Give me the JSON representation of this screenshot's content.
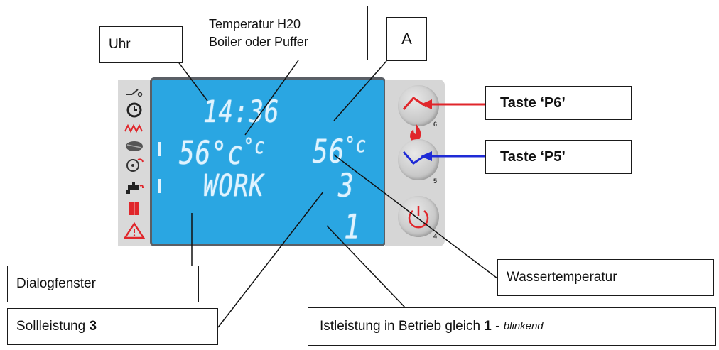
{
  "labels": {
    "uhr": "Uhr",
    "temp_line1": "Temperatur H20",
    "temp_line2": "Boiler oder Puffer",
    "a": "A",
    "taste_p6": "Taste ‘P6’",
    "taste_p5": "Taste ‘P5’",
    "dialogfenster": "Dialogfenster",
    "sollleistung_text": "Sollleistung ",
    "sollleistung_value": "3",
    "wassertemperatur": "Wassertemperatur",
    "istleistung_text": "Istleistung in Betrieb gleich ",
    "istleistung_value": "1",
    "istleistung_sep": " - ",
    "istleistung_note": "blinkend"
  },
  "display": {
    "clock": "14:36",
    "boiler_temp": "56°c",
    "boiler_unit": "°c",
    "water_temp": "56",
    "water_unit": "°c",
    "status": "WORK",
    "target_power": "3",
    "actual_power": "1"
  },
  "buttons": {
    "p6_number": "6",
    "p5_number": "5",
    "power_number": "4"
  },
  "colors": {
    "lcd_background": "#2aa6e2",
    "arrow_p6": "#e0262b",
    "arrow_p5": "#1f2bd6",
    "icon_red": "#e0262b"
  },
  "icons": [
    "switch-icon",
    "clock-icon",
    "heating-zigzag-icon",
    "pellet-feeder-icon",
    "fan-icon",
    "pump-tap-icon",
    "pellet-bag-icon",
    "warning-triangle-icon"
  ]
}
